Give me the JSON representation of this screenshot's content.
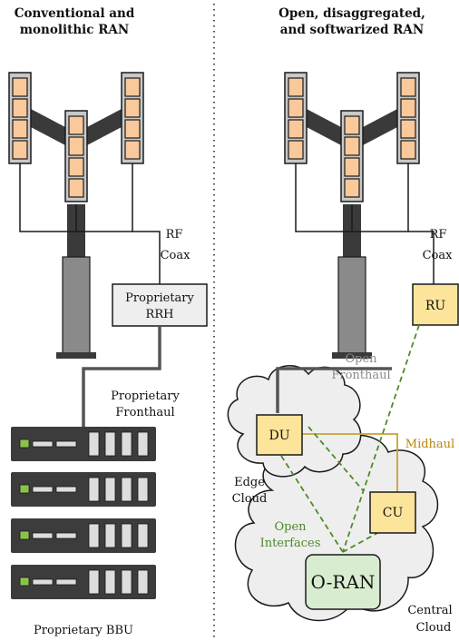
{
  "left": {
    "title_line1": "Conventional and",
    "title_line2": "monolithic RAN",
    "rf_label": "RF",
    "coax_label": "Coax",
    "rrh_line1": "Proprietary",
    "rrh_line2": "RRH",
    "fronthaul_line1": "Proprietary",
    "fronthaul_line2": "Fronthaul",
    "bbu_label": "Proprietary BBU"
  },
  "right": {
    "title_line1": "Open, disaggregated,",
    "title_line2": "and softwarized RAN",
    "rf_label": "RF",
    "coax_label": "Coax",
    "ru_label": "RU",
    "open_fronthaul_line1": "Open",
    "open_fronthaul_line2": "Fronthaul",
    "du_label": "DU",
    "midhaul_label": "Midhaul",
    "edge_cloud_line1": "Edge",
    "edge_cloud_line2": "Cloud",
    "cu_label": "CU",
    "open_interfaces_line1": "Open",
    "open_interfaces_line2": "Interfaces",
    "oran_label": "O-RAN",
    "central_cloud_line1": "Central",
    "central_cloud_line2": "Cloud"
  },
  "colors": {
    "antenna_element": "#f9c89b",
    "antenna_frame": "#c8c8c8",
    "mast": "#8a8a8a",
    "dark": "#3a3a3a",
    "node_fill": "#fde49b",
    "rrh_fill": "#eeeeee",
    "oran_fill": "#d8ecd0",
    "cloud_fill": "#eeeeee",
    "midhaul": "#c9a13a",
    "open_interface": "#4d8a2a",
    "open_fronthaul_text": "#8a8a8a",
    "server": "#3c3c3c",
    "server_led": "#8bc34a"
  }
}
